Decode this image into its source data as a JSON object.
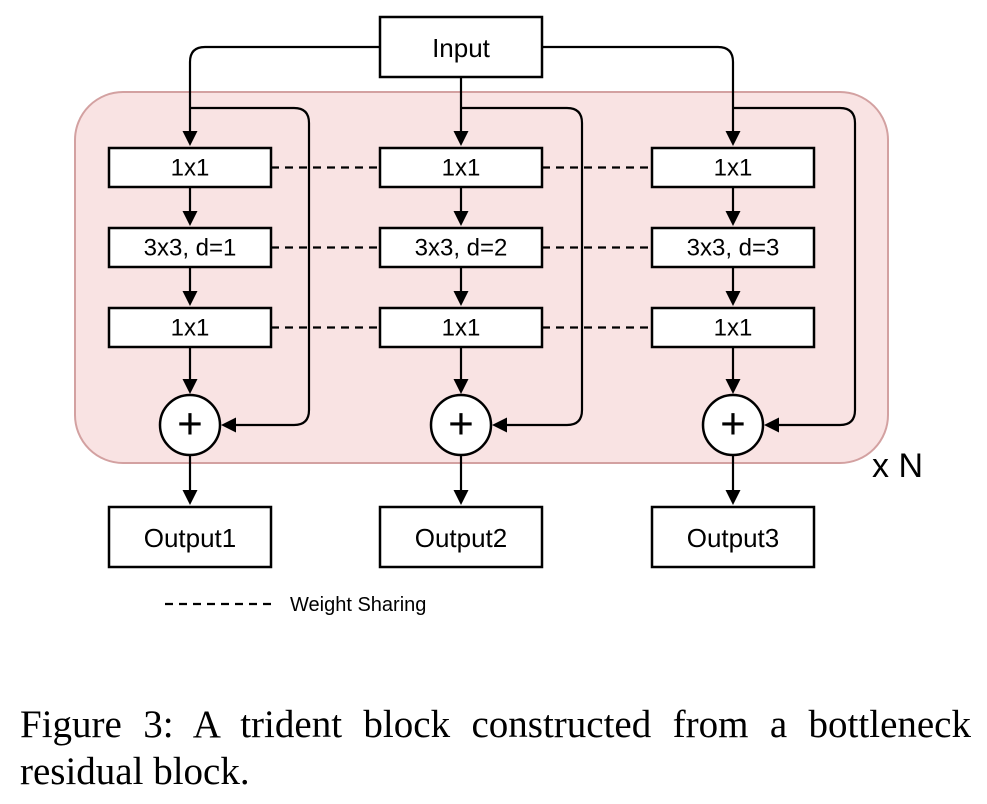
{
  "figure": {
    "input_label": "Input",
    "multiplier_label": "x N",
    "legend_label": "Weight Sharing",
    "branches": [
      {
        "conv_reduce": "1x1",
        "conv_dilated": "3x3, d=1",
        "conv_expand": "1x1",
        "sum_symbol": "+",
        "output_label": "Output1"
      },
      {
        "conv_reduce": "1x1",
        "conv_dilated": "3x3, d=2",
        "conv_expand": "1x1",
        "sum_symbol": "+",
        "output_label": "Output2"
      },
      {
        "conv_reduce": "1x1",
        "conv_dilated": "3x3, d=3",
        "conv_expand": "1x1",
        "sum_symbol": "+",
        "output_label": "Output3"
      }
    ],
    "colors": {
      "trident_block_fill": "#f9e3e3",
      "trident_block_border": "#d3a1a1",
      "line_color": "#000000",
      "node_fill": "#ffffff"
    }
  },
  "caption": {
    "line1": "Figure 3:  A trident block constructed from a bottleneck",
    "line2": "residual block."
  }
}
